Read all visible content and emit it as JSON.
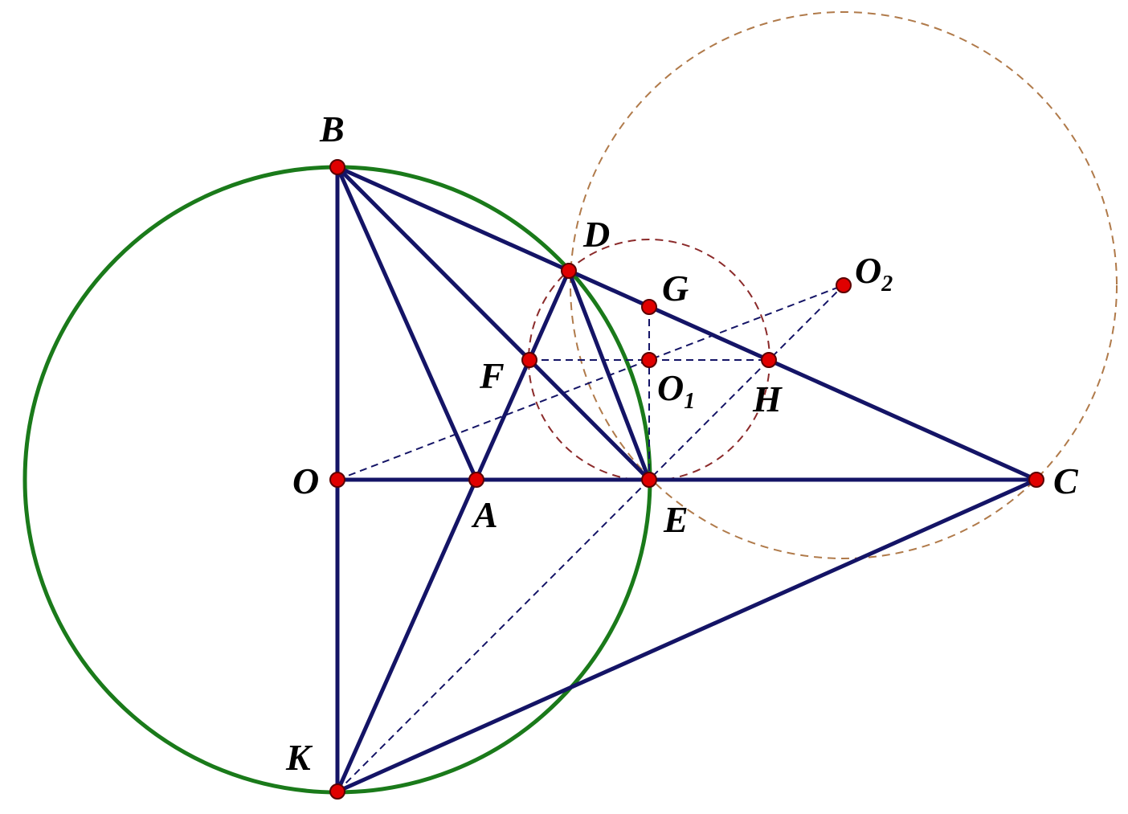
{
  "figure": {
    "colors": {
      "main_circle": "#1a7a1a",
      "solid_segments": "#141466",
      "dashed_navy": "#141466",
      "dashed_small_circle": "#8b2a2a",
      "dashed_large_circle": "#b07a4a",
      "point_fill": "#e00000",
      "point_stroke": "#5a0000",
      "label": "#000000"
    },
    "points": {
      "B": {
        "label": "B"
      },
      "D": {
        "label": "D"
      },
      "G": {
        "label": "G"
      },
      "O2": {
        "label": "O",
        "sub": "2"
      },
      "F": {
        "label": "F"
      },
      "O1": {
        "label": "O",
        "sub": "1"
      },
      "H": {
        "label": "H"
      },
      "O": {
        "label": "O"
      },
      "A": {
        "label": "A"
      },
      "E": {
        "label": "E"
      },
      "C": {
        "label": "C"
      },
      "K": {
        "label": "K"
      }
    }
  }
}
